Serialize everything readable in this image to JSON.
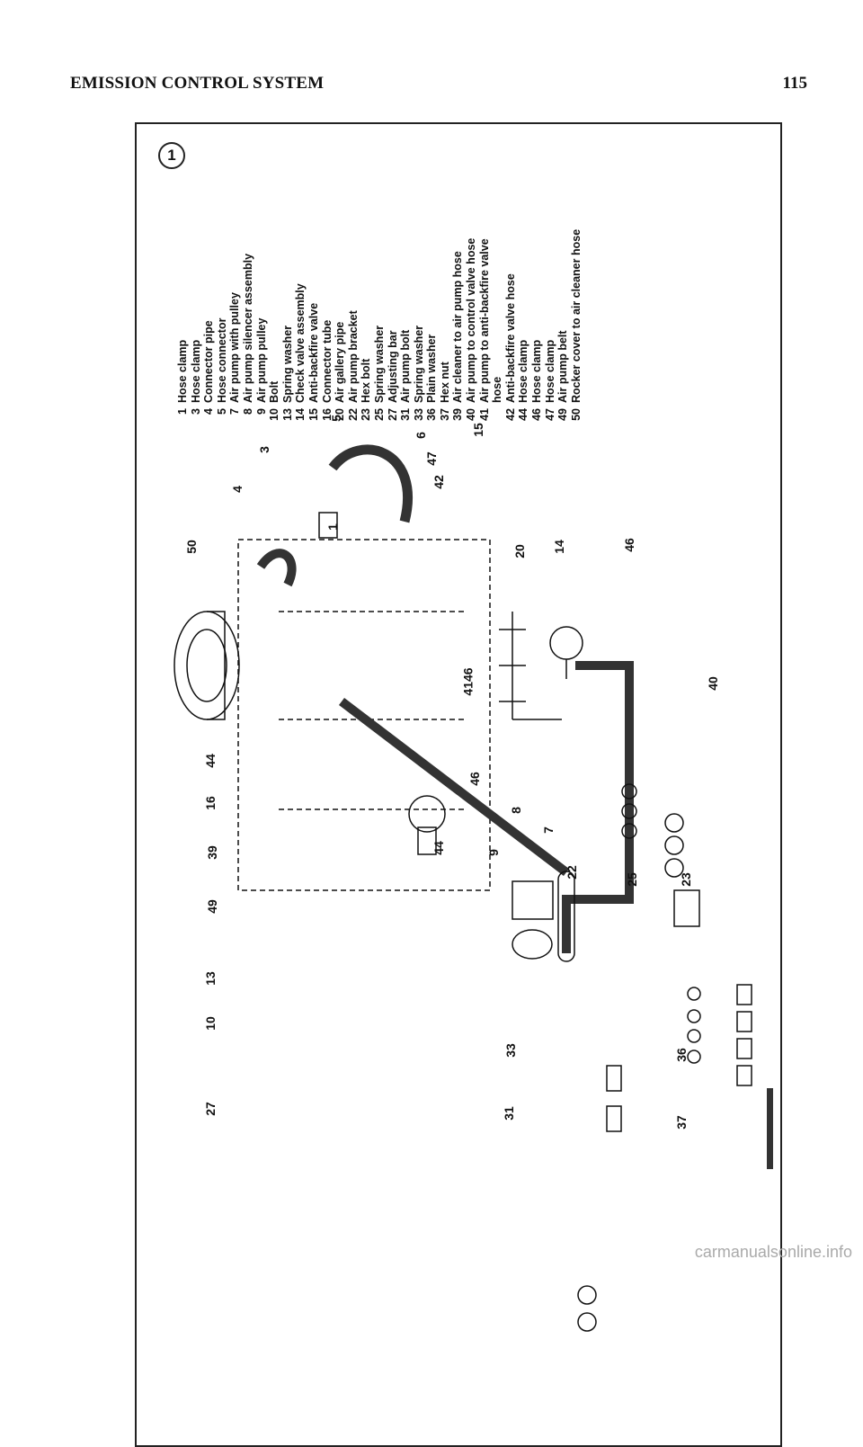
{
  "header": {
    "title": "EMISSION CONTROL SYSTEM",
    "page": "115"
  },
  "figure": {
    "number": "1"
  },
  "legend": [
    {
      "num": "1",
      "text": "Hose clamp"
    },
    {
      "num": "3",
      "text": "Hose clamp"
    },
    {
      "num": "4",
      "text": "Connector pipe"
    },
    {
      "num": "5",
      "text": "Hose connector"
    },
    {
      "num": "7",
      "text": "Air pump with pulley"
    },
    {
      "num": "8",
      "text": "Air pump silencer assembly"
    },
    {
      "num": "9",
      "text": "Air pump pulley"
    },
    {
      "num": "10",
      "text": "Bolt"
    },
    {
      "num": "13",
      "text": "Spring washer"
    },
    {
      "num": "14",
      "text": "Check valve assembly"
    },
    {
      "num": "15",
      "text": "Anti-backfire valve"
    },
    {
      "num": "16",
      "text": "Connector tube"
    },
    {
      "num": "20",
      "text": "Air gallery pipe"
    },
    {
      "num": "22",
      "text": "Air pump bracket"
    },
    {
      "num": "23",
      "text": "Hex bolt"
    },
    {
      "num": "25",
      "text": "Spring washer"
    },
    {
      "num": "27",
      "text": "Adjusting bar"
    },
    {
      "num": "31",
      "text": "Air pump bolt"
    },
    {
      "num": "33",
      "text": "Spring washer"
    },
    {
      "num": "36",
      "text": "Plain washer"
    },
    {
      "num": "37",
      "text": "Hex nut"
    },
    {
      "num": "39",
      "text": "Air cleaner to air pump hose"
    },
    {
      "num": "40",
      "text": "Air pump to control valve hose"
    },
    {
      "num": "41",
      "text": "Air pump to anti-backfire valve"
    },
    {
      "num": "",
      "text": "hose"
    },
    {
      "num": "42",
      "text": "Anti-backfire valve hose"
    },
    {
      "num": "44",
      "text": "Hose clamp"
    },
    {
      "num": "46",
      "text": "Hose clamp"
    },
    {
      "num": "47",
      "text": "Hose clamp"
    },
    {
      "num": "49",
      "text": "Air pump belt"
    },
    {
      "num": "50",
      "text": "Rocker cover to air cleaner hose"
    }
  ],
  "callouts": {
    "c50": "50",
    "c3": "3",
    "c4": "4",
    "c5": "5",
    "c1": "1",
    "c6": "6",
    "c47": "47",
    "c42": "42",
    "c15": "15",
    "c20": "20",
    "c14": "14",
    "c46a": "46",
    "c40": "40",
    "c44a": "44",
    "c16": "16",
    "c39": "39",
    "c4146": "4146",
    "c46b": "46",
    "c8": "8",
    "c7": "7",
    "c9": "9",
    "c44b": "44",
    "c49": "49",
    "c22": "22",
    "c13": "13",
    "c10": "10",
    "c25": "25",
    "c23": "23",
    "c33": "33",
    "c31": "31",
    "c27": "27",
    "c36": "36",
    "c37": "37"
  },
  "watermark": "carmanualsonline.info"
}
